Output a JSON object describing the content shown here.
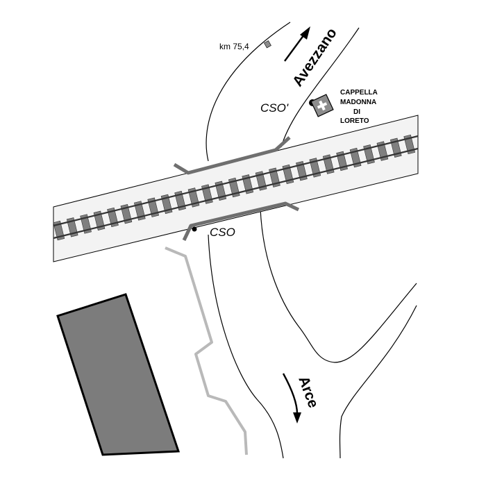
{
  "labels": {
    "km_marker": "km 75,4",
    "road_north": "Avezzano",
    "road_south": "Arce",
    "cso_prime": "CSO'",
    "cso": "CSO",
    "chapel_line1": "CAPPELLA",
    "chapel_line2": "MADONNA",
    "chapel_line3": "DI",
    "chapel_line4": "LORETO"
  },
  "colors": {
    "road_line": "#000000",
    "railway_band": "#f3f3f3",
    "sleeper": "#7f7f7f",
    "parapet": "#6f6f6f",
    "footpath": "#b9b9b9",
    "building": "#7c7c7c",
    "chapel": "#8c8c8c"
  },
  "icons": {
    "cso_prime_marker": "dot-icon",
    "cso_marker": "dot-icon",
    "chapel_symbol": "church-icon",
    "direction_north": "arrow-icon",
    "direction_south": "arrow-icon"
  }
}
